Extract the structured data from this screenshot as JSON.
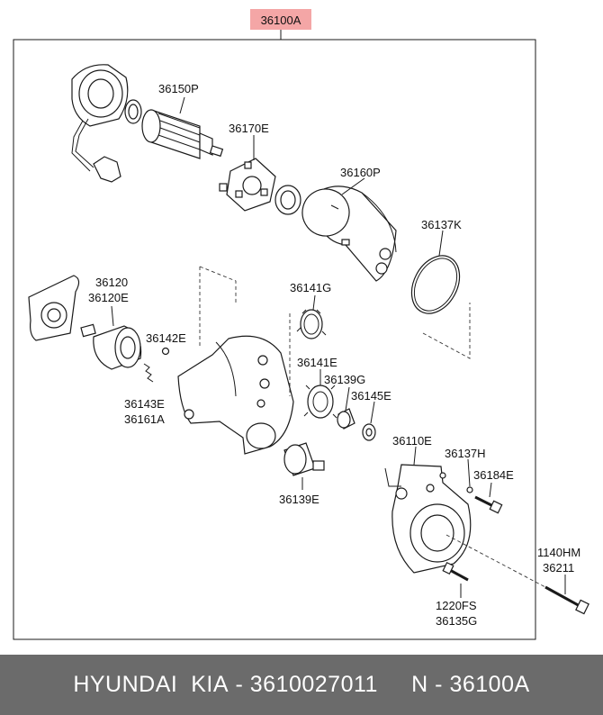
{
  "assembly_label": "36100A",
  "accent_color": "#f4a6a6",
  "labels": {
    "p36150P": "36150P",
    "p36170E": "36170E",
    "p36160P": "36160P",
    "p36137K": "36137K",
    "p36120": "36120",
    "p36120E": "36120E",
    "p36141G": "36141G",
    "p36142E": "36142E",
    "p36141E": "36141E",
    "p36139G": "36139G",
    "p36145E": "36145E",
    "p36143E": "36143E",
    "p36161A": "36161A",
    "p36110E": "36110E",
    "p36137H": "36137H",
    "p36184E": "36184E",
    "p36139E": "36139E",
    "p1140HM": "1140HM",
    "p36211": "36211",
    "p1220FS": "1220FS",
    "p36135G": "36135G"
  },
  "footer": {
    "brand": "HYUNDAI  KIA",
    "part_number": "3610027011",
    "ref": "36100A",
    "sep1": " - ",
    "gap": "     N",
    "sep2": " - "
  }
}
